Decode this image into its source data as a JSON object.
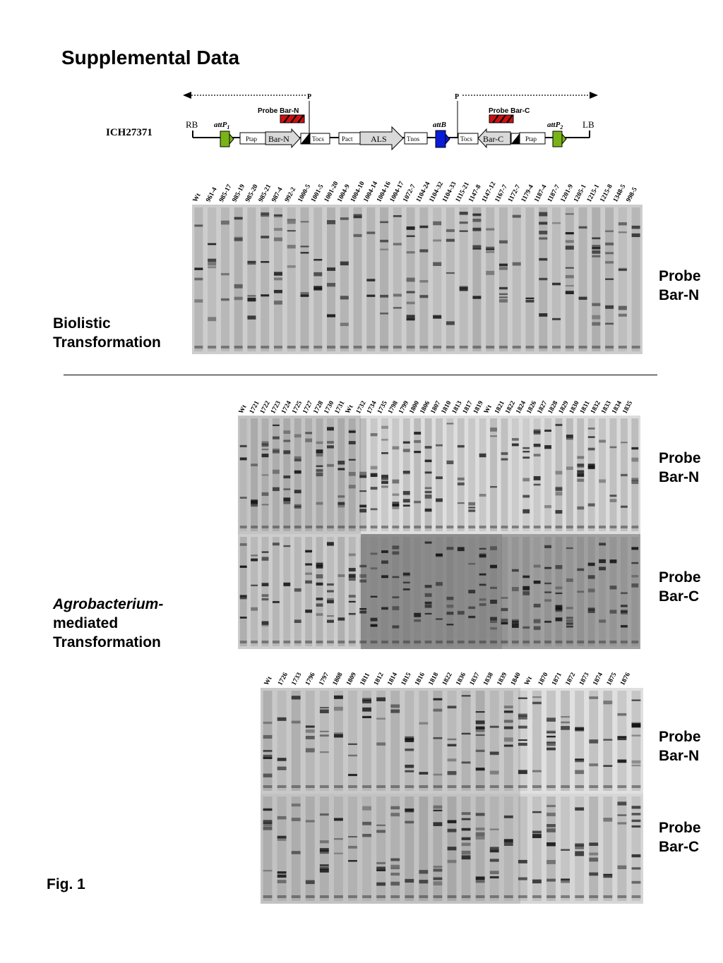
{
  "header": {
    "title": "Supplemental Data"
  },
  "construct": {
    "name": "ICH27371",
    "rb": "RB",
    "lb": "LB",
    "p_left": "P",
    "p_right": "P",
    "attP1": "attP",
    "attP1_sub": "1",
    "attB": "attB",
    "attP2": "attP",
    "attP2_sub": "2",
    "probe_n": "Probe Bar-N",
    "probe_c": "Probe Bar-C",
    "elements": [
      "Ptap",
      "Bar-N",
      "Tocs",
      "Pact",
      "ALS",
      "Tnos",
      "Tocs",
      "Bar-C",
      "Ptap"
    ],
    "colors": {
      "att": "#7ab317",
      "attB": "#0a1bd6",
      "probe": "#d01010"
    }
  },
  "biolistic": {
    "label_line1": "Biolistic",
    "label_line2": "Transformation",
    "probe_line1": "Probe",
    "probe_line2": "Bar-N",
    "lanes": [
      "Wt",
      "961-4",
      "985-17",
      "985-19",
      "985-20",
      "985-21",
      "987-4",
      "992-2",
      "1000-5",
      "1001-5",
      "1001-20",
      "1004-9",
      "1004-10",
      "1004-14",
      "1004-16",
      "1004-17",
      "1072-7",
      "1104-24",
      "1104-32",
      "1104-33",
      "1115-21",
      "1147-8",
      "1147-12",
      "1167-7",
      "1172-7",
      "1179-4",
      "1187-4",
      "1187-7",
      "1201-9",
      "1205-1",
      "1215-1",
      "1215-8",
      "1348-5",
      "998-5"
    ]
  },
  "agro": {
    "label_line1": "Agrobacterium",
    "label_line1_suffix": "-",
    "label_line2": "mediated",
    "label_line3": "Transformation",
    "panel1": {
      "lanes": [
        "Wt",
        "1721",
        "1722",
        "1723",
        "1724",
        "1725",
        "1727",
        "1728",
        "1730",
        "1731",
        "Wt",
        "1732",
        "1734",
        "1735",
        "1798",
        "1799",
        "1800",
        "1806",
        "1807",
        "1810",
        "1813",
        "1817",
        "1819",
        "Wt",
        "1821",
        "1822",
        "1824",
        "1826",
        "1827",
        "1828",
        "1829",
        "1830",
        "1831",
        "1832",
        "1833",
        "1834",
        "1835"
      ],
      "probe_top_line1": "Probe",
      "probe_top_line2": "Bar-N",
      "probe_bottom_line1": "Probe",
      "probe_bottom_line2": "Bar-C"
    },
    "panel2": {
      "lanes": [
        "Wt",
        "1726",
        "1733",
        "1796",
        "1797",
        "1808",
        "1809",
        "1811",
        "1812",
        "1814",
        "1815",
        "1816",
        "1818",
        "1822",
        "1836",
        "1837",
        "1838",
        "1839",
        "1840",
        "Wt",
        "1870",
        "1871",
        "1872",
        "1873",
        "1874",
        "1875",
        "1876"
      ],
      "probe_top_line1": "Probe",
      "probe_top_line2": "Bar-N",
      "probe_bottom_line1": "Probe",
      "probe_bottom_line2": "Bar-C"
    }
  },
  "figure_label": "Fig. 1"
}
